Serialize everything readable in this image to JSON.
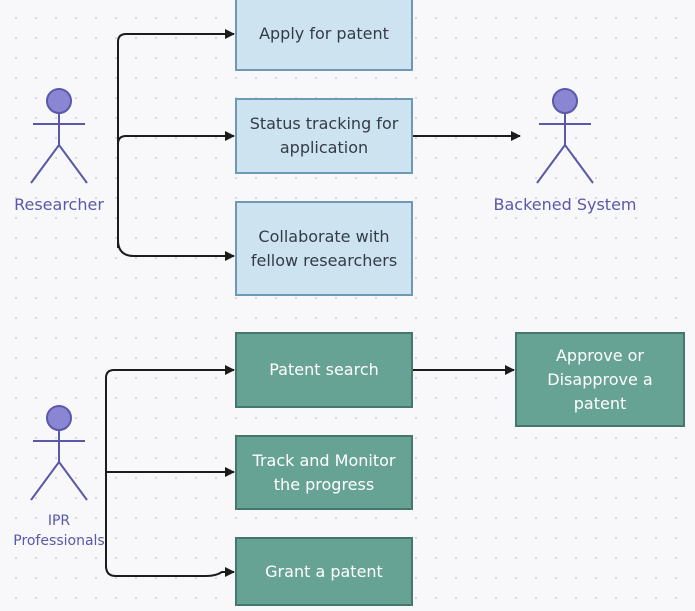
{
  "actors": {
    "researcher": "Researcher",
    "backend": "Backened System",
    "ipr_line1": "IPR",
    "ipr_line2": "Professionals"
  },
  "boxes": {
    "apply": "Apply for patent",
    "status": "Status tracking for application",
    "collaborate": "Collaborate with fellow researchers",
    "search": "Patent search",
    "approve": "Approve or Disapprove a patent",
    "track": "Track and Monitor the progress",
    "grant": "Grant a patent"
  },
  "colors": {
    "actor_fill": "#8b86d4",
    "actor_stroke": "#5a58a8",
    "light_box": "#cde3f0",
    "dark_box": "#67a395",
    "edge": "#1c1c1c"
  }
}
